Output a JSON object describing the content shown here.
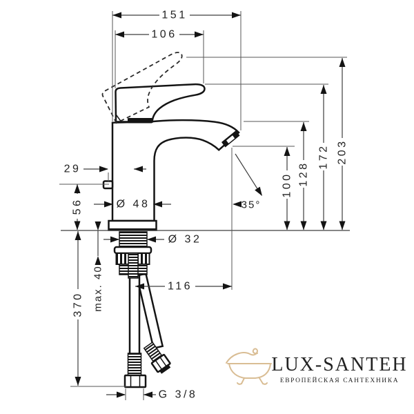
{
  "drawing_labels": {
    "overall_depth": "151",
    "spout_depth": "106",
    "height_raised": "203",
    "height_handle": "172",
    "height_spout_top": "128",
    "height_outlet": "100",
    "offset_29": "29",
    "height_56": "56",
    "length_370": "370",
    "max_thickness": "max. 40",
    "body_diameter": "Ø 48",
    "shank_diameter": "Ø 32",
    "spout_reach": "116",
    "spout_angle": "35°",
    "connection_thread": "G 3/8"
  },
  "watermark": {
    "brand": "LUX-SANTEH",
    "tagline": "ЕВРОПЕЙСКАЯ САНТЕХНИКА",
    "color": "#d9bd94"
  },
  "colors": {
    "outline": "#141414",
    "dimension": "#3d3d3d",
    "background": "#ffffff"
  }
}
